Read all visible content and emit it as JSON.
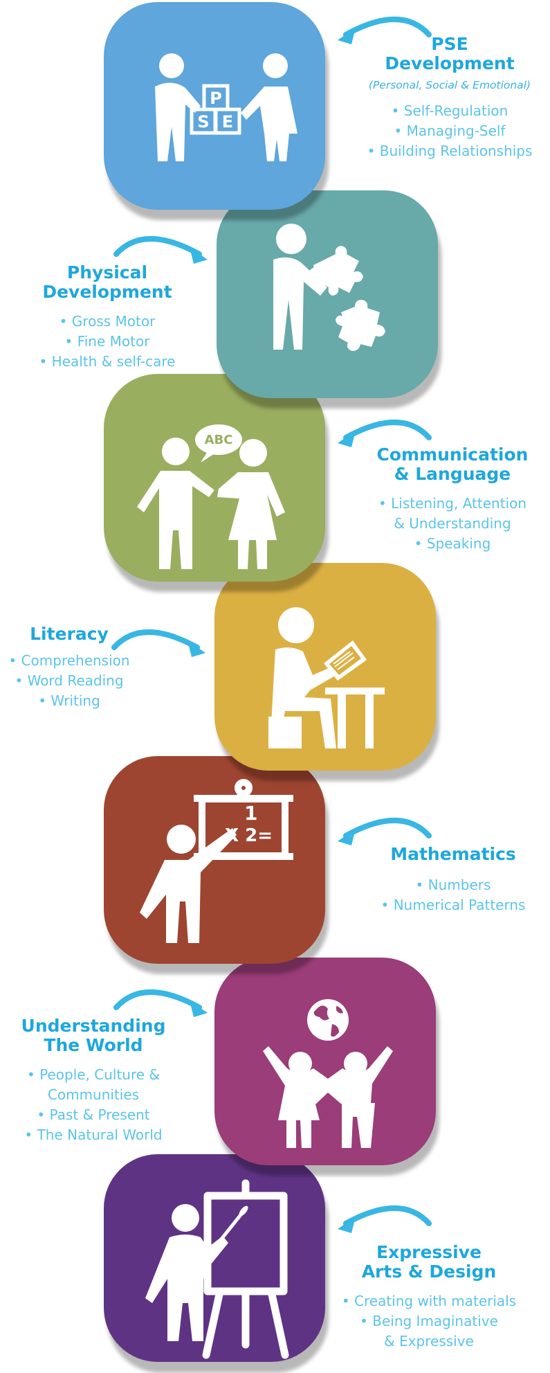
{
  "areas": [
    {
      "title": [
        "PSE",
        "Development"
      ],
      "subtitle": "(Personal, Social & Emotional)",
      "items": [
        "• Self-Regulation",
        "• Managing-Self",
        "• Building Relationships"
      ],
      "color": "#5ea6db",
      "icon": "children-with-pse-blocks-icon",
      "icon_text": {
        "p": "P",
        "s": "S",
        "e": "E"
      }
    },
    {
      "title": [
        "Physical",
        "Development"
      ],
      "items": [
        "• Gross Motor",
        "• Fine Motor",
        "• Health & self-care"
      ],
      "color": "#68a9a9",
      "icon": "person-with-puzzle-icon"
    },
    {
      "title": [
        "Communication",
        "& Language"
      ],
      "items": [
        "• Listening, Attention",
        "& Understanding",
        "• Speaking"
      ],
      "color": "#9aae5f",
      "icon": "children-talking-icon",
      "icon_text": {
        "speech": "ABC"
      }
    },
    {
      "title": [
        "Literacy"
      ],
      "items": [
        "• Comprehension",
        "• Word Reading",
        "• Writing"
      ],
      "color": "#dbb043",
      "icon": "child-reading-icon"
    },
    {
      "title": [
        "Mathematics"
      ],
      "items": [
        "• Numbers",
        "• Numerical Patterns"
      ],
      "color": "#9d4531",
      "icon": "teacher-blackboard-icon",
      "icon_text": {
        "top": "1",
        "mid": "X 2="
      }
    },
    {
      "title": [
        "Understanding",
        "The World"
      ],
      "items": [
        "• People, Culture &",
        "Communities",
        "• Past & Present",
        "• The Natural World"
      ],
      "color": "#9a3d78",
      "icon": "children-globe-icon"
    },
    {
      "title": [
        "Expressive",
        "Arts & Design"
      ],
      "items": [
        "• Creating with materials",
        "• Being Imaginative",
        "& Expressive"
      ],
      "color": "#5f3384",
      "icon": "artist-easel-icon"
    }
  ],
  "colors": {
    "heading": "#1ea7dc",
    "item": "#5bc4ea",
    "arrow": "#38b6e4"
  }
}
